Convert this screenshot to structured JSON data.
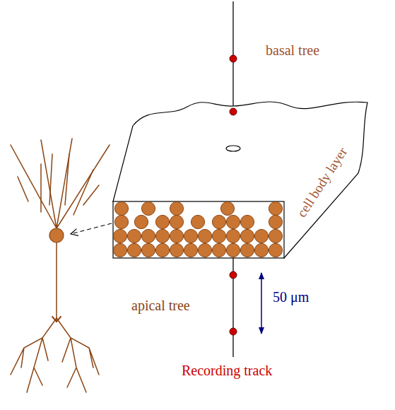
{
  "diagram": {
    "labels": [
      "basal tree",
      "cell body layer",
      "apical tree",
      "50 μm",
      "Recording track"
    ]
  }
}
